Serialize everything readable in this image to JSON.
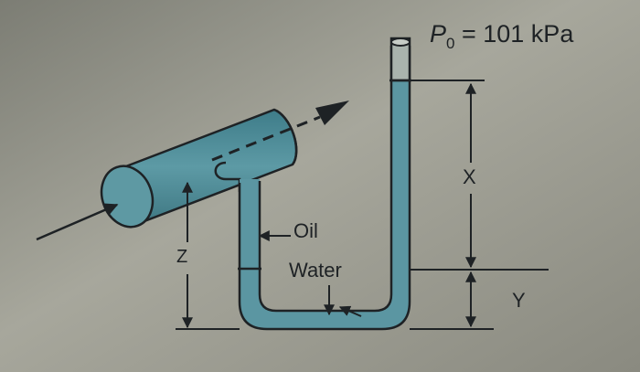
{
  "diagram": {
    "pressure_label": {
      "symbol": "P",
      "subscript": "0",
      "rest": " = 101 kPa"
    },
    "fluid_labels": {
      "oil": "Oil",
      "water": "Water"
    },
    "dimension_labels": {
      "z": "Z",
      "x": "X",
      "y": "Y"
    },
    "colors": {
      "pipe_fluid": "#4a8a96",
      "manometer_fluid": "#5b96a2",
      "background": "#8f8f86",
      "ink": "#1e2225"
    }
  }
}
